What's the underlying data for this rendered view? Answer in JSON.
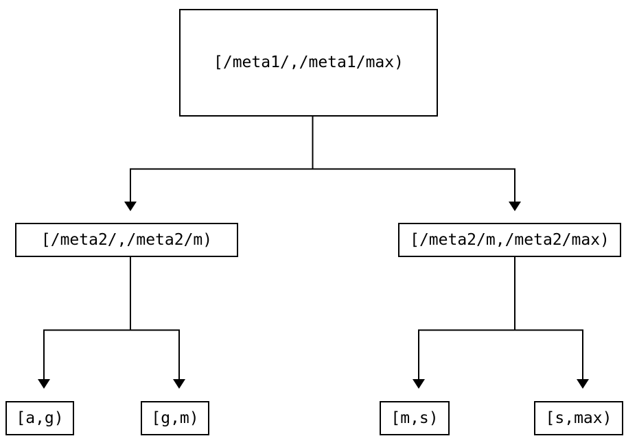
{
  "diagram": {
    "kind": "range-split-tree",
    "background_color": "#ffffff",
    "line_color": "#000000",
    "text_color": "#000000",
    "nodes": {
      "root": {
        "label": "[/meta1/,/meta1/max)"
      },
      "meta2_low": {
        "label": "[/meta2/,/meta2/m)"
      },
      "meta2_high": {
        "label": "[/meta2/m,/meta2/max)"
      },
      "leaf_a_g": {
        "label": "[a,g)"
      },
      "leaf_g_m": {
        "label": "[g,m)"
      },
      "leaf_m_s": {
        "label": "[m,s)"
      },
      "leaf_s_max": {
        "label": "[s,max)"
      }
    },
    "edges": [
      {
        "from": "root",
        "to": "meta2_low"
      },
      {
        "from": "root",
        "to": "meta2_high"
      },
      {
        "from": "meta2_low",
        "to": "leaf_a_g"
      },
      {
        "from": "meta2_low",
        "to": "leaf_g_m"
      },
      {
        "from": "meta2_high",
        "to": "leaf_m_s"
      },
      {
        "from": "meta2_high",
        "to": "leaf_s_max"
      }
    ]
  }
}
